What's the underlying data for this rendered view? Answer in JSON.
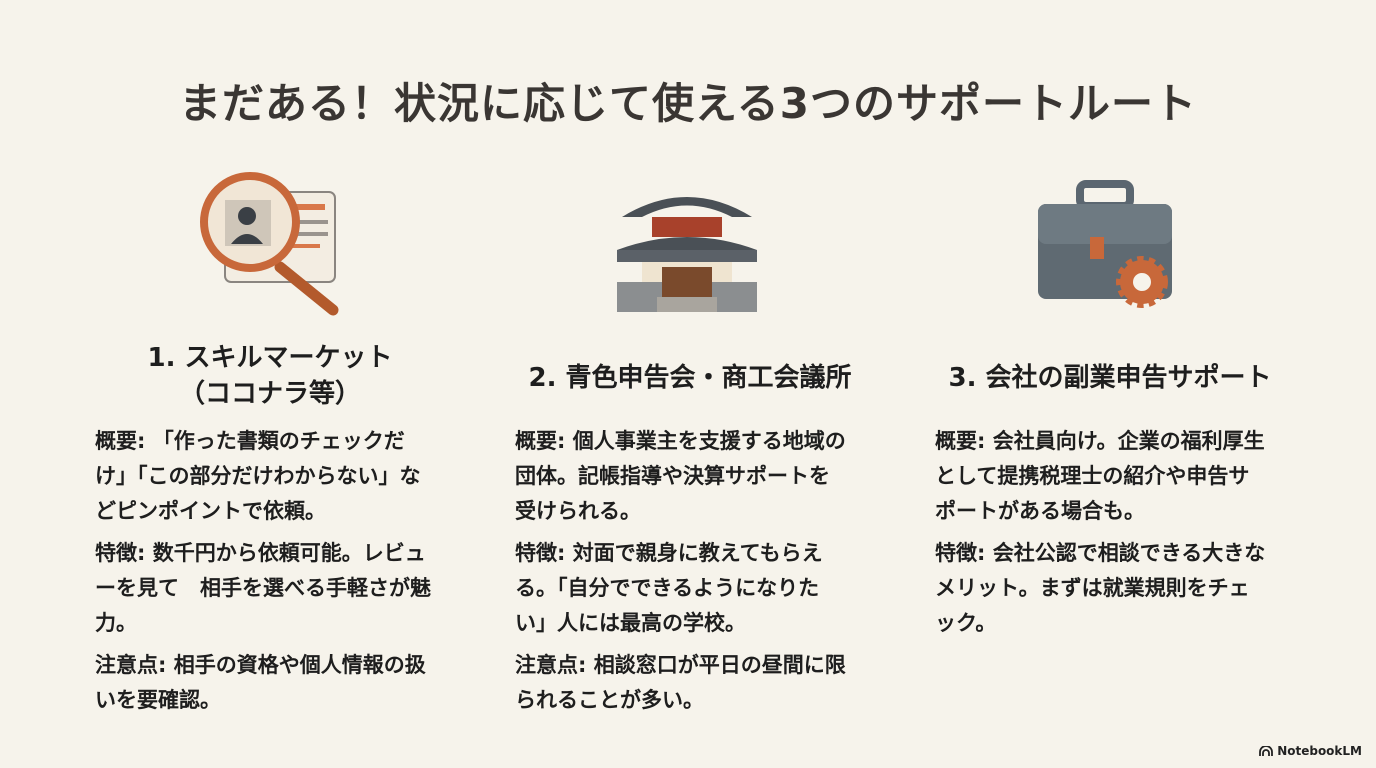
{
  "title": "まだある！状況に応じて使える3つのサポートルート",
  "columns": [
    {
      "icon": "magnifier-profile-icon",
      "heading_lines": [
        "1. スキルマーケット",
        "（ココナラ等）"
      ],
      "paragraphs": [
        [
          "概要: 「作った書類のチェックだ",
          "け」「この部分だけわからない」な",
          "どピンポイントで依頼。"
        ],
        [
          "特徴: 数千円から依頼可能。レビュ",
          "ーを見て　相手を選べる手軽さが魅",
          "力。"
        ],
        [
          "注意点: 相手の資格や個人情報の扱",
          "いを要確認。"
        ]
      ]
    },
    {
      "icon": "japanese-building-icon",
      "heading_lines": [
        "2. 青色申告会・商工会議所"
      ],
      "paragraphs": [
        [
          "概要: 個人事業主を支援する地域の",
          "団体。記帳指導や決算サポートを",
          "受けられる。"
        ],
        [
          "特徴: 対面で親身に教えてもらえ",
          "る。「自分でできるようになりた",
          "い」人には最高の学校。"
        ],
        [
          "注意点: 相談窓口が平日の昼間に限",
          "られることが多い。"
        ]
      ]
    },
    {
      "icon": "briefcase-gear-icon",
      "heading_lines": [
        "3. 会社の副業申告サポート"
      ],
      "paragraphs": [
        [
          "概要: 会社員向け。企業の福利厚生",
          "として提携税理士の紹介や申告サ",
          "ポートがある場合も。"
        ],
        [
          "特徴: 会社公認で相談できる大きな",
          "メリット。まずは就業規則をチェ",
          "ック。"
        ]
      ]
    }
  ],
  "brand": "NotebookLM",
  "colors": {
    "background": "#f6f3eb",
    "accent": "#c8683a",
    "slate": "#5b6670"
  }
}
